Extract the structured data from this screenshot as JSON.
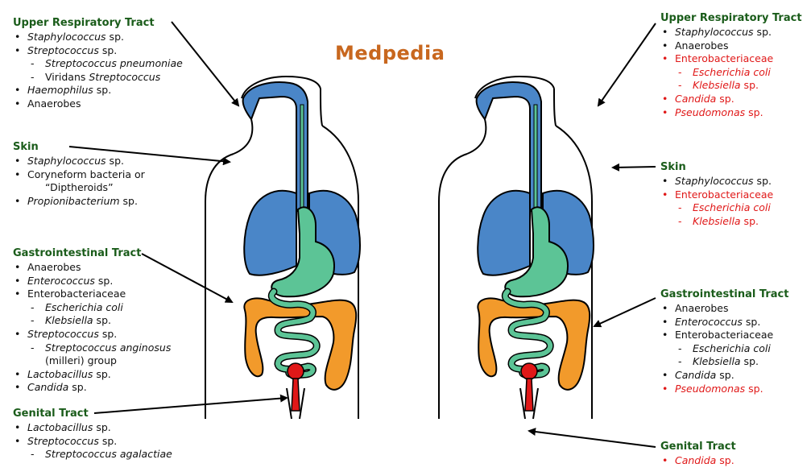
{
  "watermark": "Medpedia",
  "colors": {
    "heading": "#1a5c1a",
    "highlight": "#e01818",
    "airway": "#4a86c8",
    "gi": "#5cc496",
    "colon": "#f29a2b",
    "rectum": "#e01818",
    "watermark": "#c8671e"
  },
  "left": {
    "upper_respiratory": {
      "title": "Upper Respiratory Tract",
      "items": [
        {
          "level": 1,
          "name": "Staphylococcus",
          "italic": true,
          "suffix": " sp."
        },
        {
          "level": 1,
          "name": "Streptococcus",
          "italic": true,
          "suffix": " sp."
        },
        {
          "level": 2,
          "name": "Streptococcus pneumoniae",
          "italic": true,
          "suffix": ""
        },
        {
          "level": 2,
          "prefix": "Viridans ",
          "name": "Streptococcus",
          "italic": true,
          "suffix": ""
        },
        {
          "level": 1,
          "name": "Haemophilus",
          "italic": true,
          "suffix": " sp."
        },
        {
          "level": 1,
          "name": "Anaerobes",
          "italic": false,
          "suffix": ""
        }
      ]
    },
    "skin": {
      "title": "Skin",
      "items": [
        {
          "level": 1,
          "name": "Staphylococcus",
          "italic": true,
          "suffix": " sp."
        },
        {
          "level": 1,
          "name": "Coryneform bacteria or",
          "italic": false,
          "suffix": ""
        },
        {
          "level": 0,
          "name": "“Diptheroids”",
          "italic": false,
          "suffix": ""
        },
        {
          "level": 1,
          "name": "Propionibacterium",
          "italic": true,
          "suffix": " sp."
        }
      ]
    },
    "gastrointestinal": {
      "title": "Gastrointestinal Tract",
      "items": [
        {
          "level": 1,
          "name": "Anaerobes",
          "italic": false,
          "suffix": ""
        },
        {
          "level": 1,
          "name": "Enterococcus",
          "italic": true,
          "suffix": " sp."
        },
        {
          "level": 1,
          "name": "Enterobacteriaceae",
          "italic": false,
          "suffix": ""
        },
        {
          "level": 2,
          "name": "Escherichia coli",
          "italic": true,
          "suffix": ""
        },
        {
          "level": 2,
          "name": "Klebsiella",
          "italic": true,
          "suffix": " sp."
        },
        {
          "level": 1,
          "name": "Streptococcus",
          "italic": true,
          "suffix": " sp."
        },
        {
          "level": 2,
          "name": "Streptococcus anginosus",
          "italic": true,
          "suffix": ""
        },
        {
          "level": 3,
          "name": "(milleri) group",
          "italic": false,
          "suffix": ""
        },
        {
          "level": 1,
          "name": "Lactobacillus",
          "italic": true,
          "suffix": " sp."
        },
        {
          "level": 1,
          "name": "Candida",
          "italic": true,
          "suffix": " sp."
        }
      ]
    },
    "genital": {
      "title": "Genital Tract",
      "items": [
        {
          "level": 1,
          "name": "Lactobacillus",
          "italic": true,
          "suffix": " sp."
        },
        {
          "level": 1,
          "name": "Streptococcus",
          "italic": true,
          "suffix": " sp."
        },
        {
          "level": 2,
          "name": "Streptococcus agalactiae",
          "italic": true,
          "suffix": ""
        }
      ]
    }
  },
  "right": {
    "upper_respiratory": {
      "title": "Upper Respiratory Tract",
      "items": [
        {
          "level": 1,
          "name": "Staphylococcus",
          "italic": true,
          "suffix": " sp."
        },
        {
          "level": 1,
          "name": "Anaerobes",
          "italic": false,
          "suffix": ""
        },
        {
          "level": 1,
          "name": "Enterobacteriaceae",
          "italic": false,
          "suffix": "",
          "red": true
        },
        {
          "level": 2,
          "name": "Escherichia coli",
          "italic": true,
          "suffix": "",
          "red": true
        },
        {
          "level": 2,
          "name": "Klebsiella",
          "italic": true,
          "suffix": " sp.",
          "red": true
        },
        {
          "level": 1,
          "name": "Candida",
          "italic": true,
          "suffix": " sp.",
          "red": true
        },
        {
          "level": 1,
          "name": "Pseudomonas",
          "italic": true,
          "suffix": " sp.",
          "red": true
        }
      ]
    },
    "skin": {
      "title": "Skin",
      "items": [
        {
          "level": 1,
          "name": "Staphylococcus",
          "italic": true,
          "suffix": " sp."
        },
        {
          "level": 1,
          "name": "Enterobacteriaceae",
          "italic": false,
          "suffix": "",
          "red": true
        },
        {
          "level": 2,
          "name": "Escherichia coli",
          "italic": true,
          "suffix": "",
          "red": true
        },
        {
          "level": 2,
          "name": "Klebsiella",
          "italic": true,
          "suffix": " sp.",
          "red": true
        }
      ]
    },
    "gastrointestinal": {
      "title": "Gastrointestinal Tract",
      "items": [
        {
          "level": 1,
          "name": "Anaerobes",
          "italic": false,
          "suffix": ""
        },
        {
          "level": 1,
          "name": "Enterococcus",
          "italic": true,
          "suffix": " sp."
        },
        {
          "level": 1,
          "name": "Enterobacteriaceae",
          "italic": false,
          "suffix": ""
        },
        {
          "level": 2,
          "name": "Escherichia coli",
          "italic": true,
          "suffix": ""
        },
        {
          "level": 2,
          "name": "Klebsiella",
          "italic": true,
          "suffix": " sp."
        },
        {
          "level": 1,
          "name": "Candida",
          "italic": true,
          "suffix": " sp."
        },
        {
          "level": 1,
          "name": "Pseudomonas",
          "italic": true,
          "suffix": " sp.",
          "red": true
        }
      ]
    },
    "genital": {
      "title": "Genital Tract",
      "items": [
        {
          "level": 1,
          "name": "Candida",
          "italic": true,
          "suffix": " sp.",
          "red": true
        }
      ]
    }
  }
}
